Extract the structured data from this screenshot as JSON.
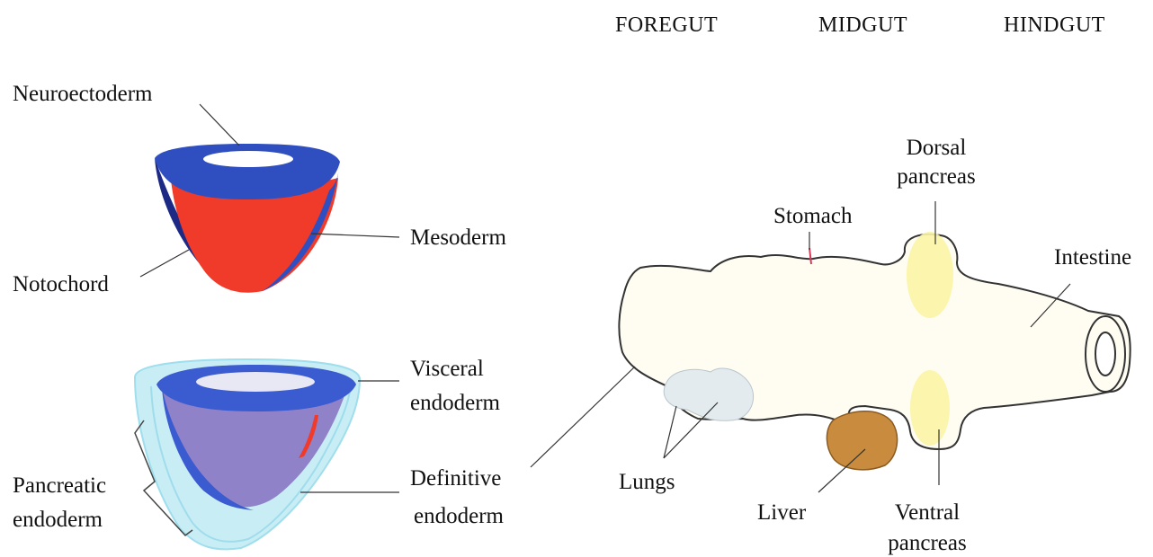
{
  "regions": {
    "foregut": "FOREGUT",
    "midgut": "MIDGUT",
    "hindgut": "HINDGUT"
  },
  "embryo_labels": {
    "neuroectoderm": "Neuroectoderm",
    "mesoderm": "Mesoderm",
    "notochord": "Notochord",
    "visceral_endoderm": [
      "Visceral",
      "endoderm"
    ],
    "definitive_endoderm": [
      "Definitive",
      "endoderm"
    ],
    "pancreatic_endoderm": [
      "Pancreatic",
      "endoderm"
    ]
  },
  "gut_labels": {
    "dorsal_pancreas": [
      "Dorsal",
      "pancreas"
    ],
    "stomach": "Stomach",
    "intestine": "Intestine",
    "lungs": "Lungs",
    "liver": "Liver",
    "ventral_pancreas": [
      "Ventral",
      "pancreas"
    ]
  },
  "colors": {
    "neuroectoderm": "#2f4fc0",
    "mesoderm": "#f03a2a",
    "notochord": "#1c2a86",
    "visceral_endoderm": "#8fd9ea",
    "definitive_endoderm": "#8f82c8",
    "gut_tube": "#fffdf0",
    "pancreas": "#fbf4a6",
    "liver": "#c98c3f",
    "lungs": "#e4ebef"
  }
}
